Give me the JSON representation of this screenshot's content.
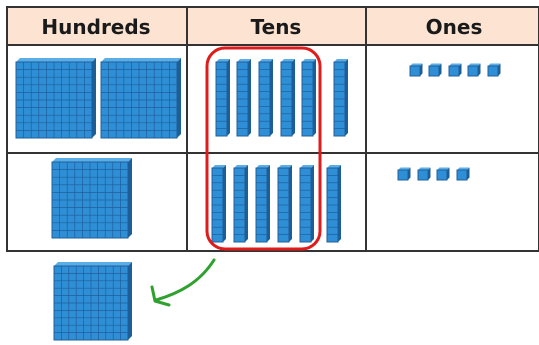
{
  "table": {
    "columns": [
      {
        "key": "hundreds",
        "header": "Hundreds"
      },
      {
        "key": "tens",
        "header": "Tens"
      },
      {
        "key": "ones",
        "header": "Ones"
      }
    ],
    "rows": [
      {
        "hundreds": 2,
        "tens": 6,
        "ones": 5
      },
      {
        "hundreds": 1,
        "tens": 6,
        "ones": 4
      }
    ]
  },
  "regrouping": {
    "highlighted_tens_in_rows": [
      5,
      5
    ],
    "result_hundreds": 1,
    "arrow": "from tens column to new hundred block below"
  },
  "colors": {
    "header_bg": "#fde4d2",
    "header_text": "#1a1a1a",
    "block_fill": "#2f8fd6",
    "block_grid": "#1f5f9a",
    "block_side": "#1c5e96",
    "highlight_outline": "#e01b1b",
    "arrow": "#2ea12e",
    "table_border": "#333333"
  }
}
